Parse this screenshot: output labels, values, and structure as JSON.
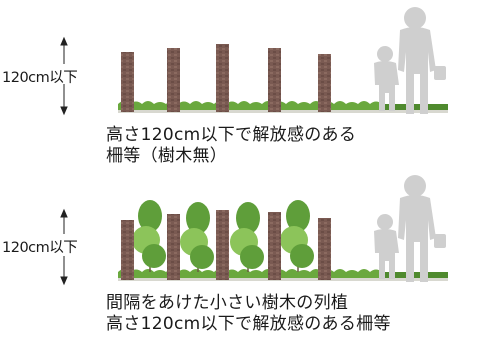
{
  "panel_top": {
    "height_label": "120cm以下",
    "caption_lines": [
      "高さ120cm以下で解放感のある",
      "柵等（樹木無）"
    ]
  },
  "panel_bottom": {
    "height_label": "120cm以下",
    "caption_lines": [
      "間隔をあけた小さい樹木の列植",
      "高さ120cm以下で解放感のある柵等"
    ]
  },
  "colors": {
    "post": "#7a5a52",
    "post_shadow": "#5d423c",
    "grass": "#4f8a2e",
    "tree_leaf": "#5f9e3a",
    "tree_leaf_light": "#8cc45a",
    "silhouette": "#cfcfcf"
  }
}
